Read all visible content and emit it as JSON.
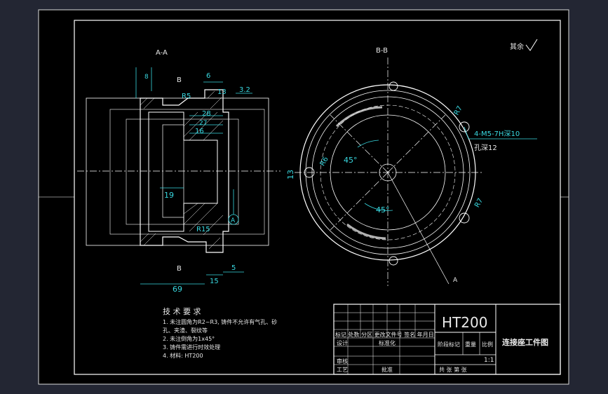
{
  "drawing": {
    "views": {
      "section_a": "A-A",
      "section_b": "B-B",
      "cut_marker_b_top": "B",
      "cut_marker_b_bottom": "B",
      "cut_marker_a": "A",
      "datum_a": "A"
    },
    "roughness_note": "其余",
    "left_dims": {
      "r5": "R5",
      "d28": "28",
      "d27": "27",
      "d16": "16",
      "d19": "19",
      "d69": "69",
      "d15": "15",
      "d6": "6",
      "d13": "13",
      "d32": "3.2",
      "r15": "R15",
      "d5": "5",
      "d8": "8"
    },
    "right_dims": {
      "r7a": "R7",
      "r7b": "R7",
      "r6": "R6",
      "d13": "13",
      "a45a": "45°",
      "a45b": "45°",
      "thread_callout": "4-M5-7H深10",
      "hole_depth": "孔深12"
    },
    "tech_requirements": {
      "title": "技 术 要 求",
      "lines": [
        "1. 未注圆角为R2~R3, 铸件不允许有气孔、砂",
        "   孔、夹渣、裂纹等",
        "2. 未注倒角为1x45°",
        "3. 铸件需进行时效处理",
        "4. 材料: HT200"
      ]
    },
    "title_block": {
      "material": "HT200",
      "part_name": "连接座工件图",
      "header_labels": "标记 处数 分区 更改文件号 签名 年月日",
      "design_label": "设计",
      "standardize_label": "标准化",
      "stage_label": "阶段标记",
      "weight_label": "重量",
      "scale_label": "比例",
      "scale_value": "1:1",
      "review_label": "审核",
      "process_label": "工艺",
      "approve_label": "批准",
      "sheets_label": "共  张  第  张"
    }
  }
}
